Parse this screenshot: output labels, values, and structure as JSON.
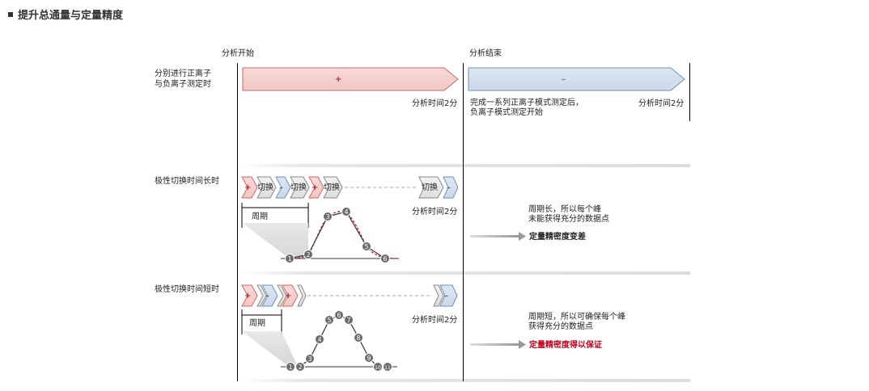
{
  "page": {
    "title": "提升总通量与定量精度"
  },
  "header": {
    "start": "分析开始",
    "end": "分析结束"
  },
  "row1": {
    "label_line1": "分别进行正离子",
    "label_line2": "与负离子测定时",
    "pos_symbol": "+",
    "neg_symbol": "–",
    "time_left": "分析时间2分",
    "time_right": "分析时间2分",
    "note_line1": "完成一系列正离子模式测定后，",
    "note_line2": "负离子模式测定开始"
  },
  "row2": {
    "label": "极性切换时间长时",
    "switch": "切换",
    "pos_symbol": "+",
    "neg_symbol": "–",
    "period": "周期",
    "time": "分析时间2分",
    "note_line1": "周期长，所以每个峰",
    "note_line2": "未能获得充分的数据点",
    "result": "定量精密度变差",
    "points": [
      "1",
      "2",
      "3",
      "4",
      "5",
      "6"
    ]
  },
  "row3": {
    "label": "极性切换时间短时",
    "pos_symbol": "+",
    "neg_symbol": "–",
    "period": "周期",
    "time": "分析时间2分",
    "note_line1": "周期短，所以可确保每个峰",
    "note_line2": "获得充分的数据点",
    "result": "定量精密度得以保证",
    "result_color": "#c0001a",
    "points": [
      "1",
      "2",
      "3",
      "4",
      "5",
      "6",
      "7",
      "8",
      "9",
      "10",
      "11"
    ]
  }
}
